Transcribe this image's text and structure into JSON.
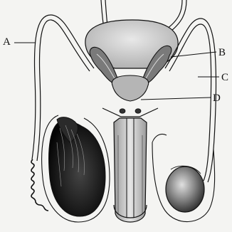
{
  "labels": [
    {
      "id": "a",
      "text": "A"
    },
    {
      "id": "b",
      "text": "B"
    },
    {
      "id": "c",
      "text": "C"
    },
    {
      "id": "d",
      "text": "D"
    }
  ],
  "colors": {
    "ink": "#111111",
    "background": "#f4f4f2",
    "tissue_dark": "#1a1a1a",
    "tissue_mid": "#6e6e6e",
    "tissue_light": "#c8c8c8"
  }
}
